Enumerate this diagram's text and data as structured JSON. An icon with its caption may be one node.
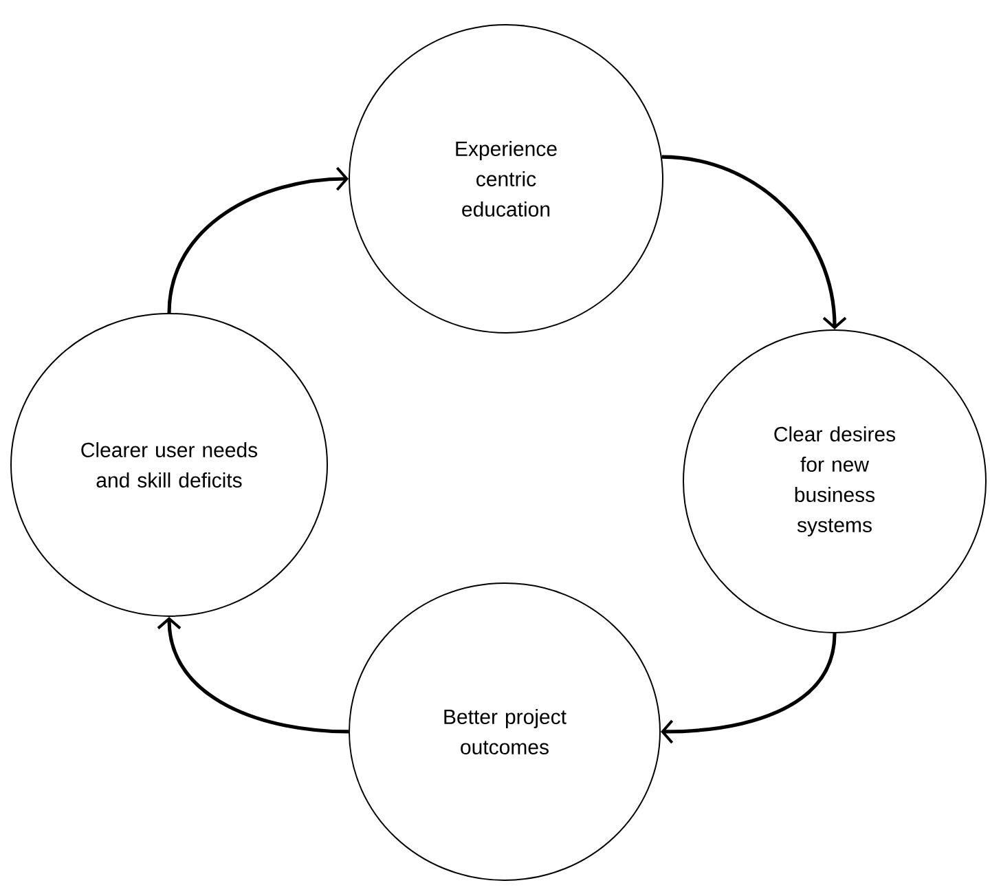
{
  "diagram": {
    "nodes": [
      {
        "text": [
          "Experience centric education"
        ]
      },
      {
        "text": [
          "Clear desires for new business systems"
        ]
      },
      {
        "text": [
          "Better project outcomes"
        ]
      },
      {
        "text": [
          "Clearer user needs and skill deficits"
        ]
      }
    ],
    "edges": [
      {
        "from": 0,
        "to": 1,
        "arrow": "to"
      },
      {
        "from": 1,
        "to": 2,
        "arrow": "to"
      },
      {
        "from": 2,
        "to": 3,
        "arrow": "to"
      },
      {
        "from": 3,
        "to": 0,
        "arrow": "to"
      }
    ]
  }
}
